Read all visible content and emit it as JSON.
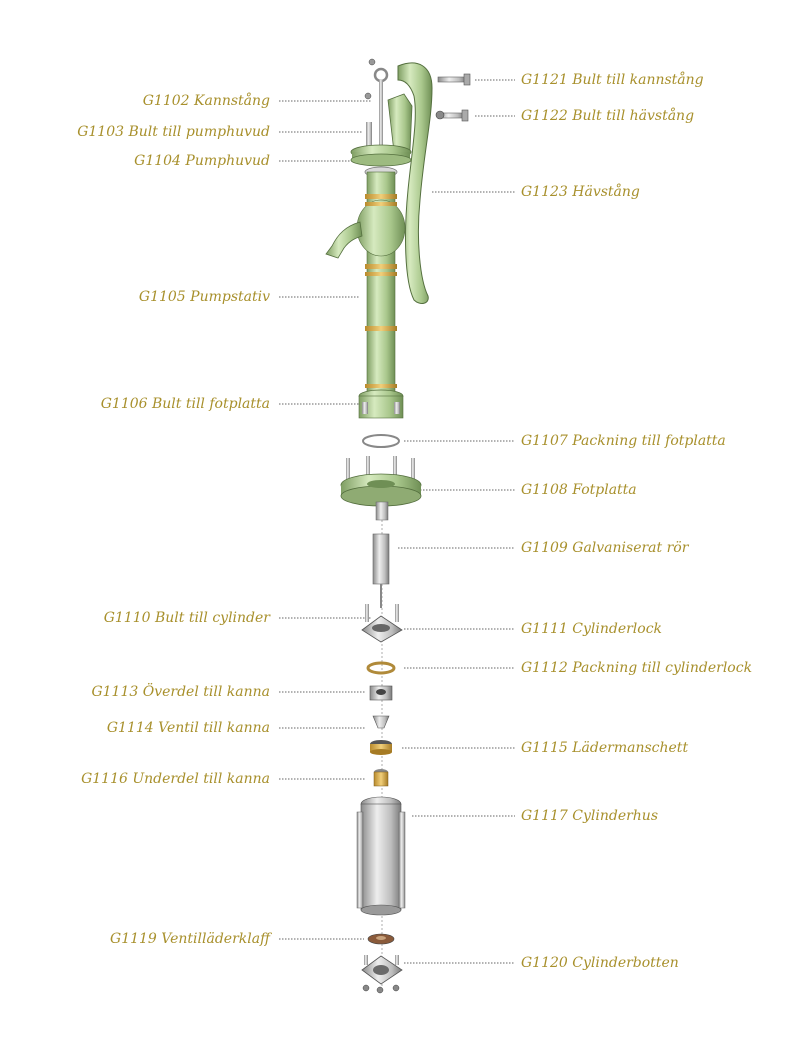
{
  "colors": {
    "label_text": "#a8902c",
    "pump_green": "#b7d39b",
    "pump_green_dark": "#6f8f55",
    "brass_ring": "#d2a544",
    "steel": "#c9c9c9",
    "steel_dark": "#7d7d7d",
    "leader_line": "#555555"
  },
  "labels_left": [
    {
      "id": "g1102",
      "text": "G1102 Kannstång"
    },
    {
      "id": "g1103",
      "text": "G1103 Bult till pumphuvud"
    },
    {
      "id": "g1104",
      "text": "G1104 Pumphuvud"
    },
    {
      "id": "g1105",
      "text": "G1105 Pumpstativ"
    },
    {
      "id": "g1106",
      "text": "G1106 Bult till fotplatta"
    },
    {
      "id": "g1110",
      "text": "G1110 Bult till cylinder"
    },
    {
      "id": "g1113",
      "text": "G1113 Överdel till kanna"
    },
    {
      "id": "g1114",
      "text": "G1114 Ventil till kanna"
    },
    {
      "id": "g1116",
      "text": "G1116 Underdel till kanna"
    },
    {
      "id": "g1119",
      "text": "G1119 Ventilläderklaff"
    }
  ],
  "labels_right": [
    {
      "id": "g1121",
      "text": "G1121 Bult till kannstång"
    },
    {
      "id": "g1122",
      "text": "G1122 Bult till hävstång"
    },
    {
      "id": "g1123",
      "text": "G1123 Hävstång"
    },
    {
      "id": "g1107",
      "text": "G1107 Packning till fotplatta"
    },
    {
      "id": "g1108",
      "text": "G1108 Fotplatta"
    },
    {
      "id": "g1109",
      "text": "G1109 Galvaniserat rör"
    },
    {
      "id": "g1111",
      "text": "G1111 Cylinderlock"
    },
    {
      "id": "g1112",
      "text": "G1112 Packning till cylinderlock"
    },
    {
      "id": "g1115",
      "text": "G1115 Lädermanschett"
    },
    {
      "id": "g1117",
      "text": "G1117 Cylinderhus"
    },
    {
      "id": "g1120",
      "text": "G1120 Cylinderbotten"
    }
  ]
}
